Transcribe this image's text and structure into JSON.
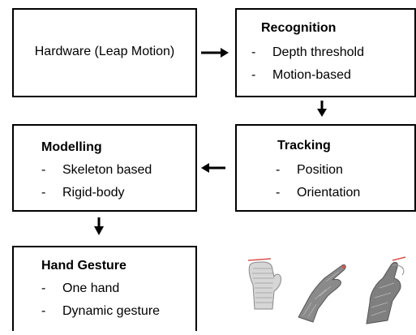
{
  "hardware": {
    "label": "Hardware (Leap Motion)"
  },
  "recognition": {
    "title": "Recognition",
    "items": [
      "Depth threshold",
      "Motion-based"
    ]
  },
  "tracking": {
    "title": "Tracking",
    "items": [
      "Position",
      "Orientation"
    ]
  },
  "modelling": {
    "title": "Modelling",
    "items": [
      "Skeleton based",
      "Rigid-body"
    ]
  },
  "hand_gesture": {
    "title": "Hand Gesture",
    "items": [
      "One hand",
      "Dynamic gesture"
    ]
  },
  "dash": "-",
  "colors": {
    "stroke": "#000000",
    "background": "#ffffff",
    "accent": "#d9534f"
  }
}
